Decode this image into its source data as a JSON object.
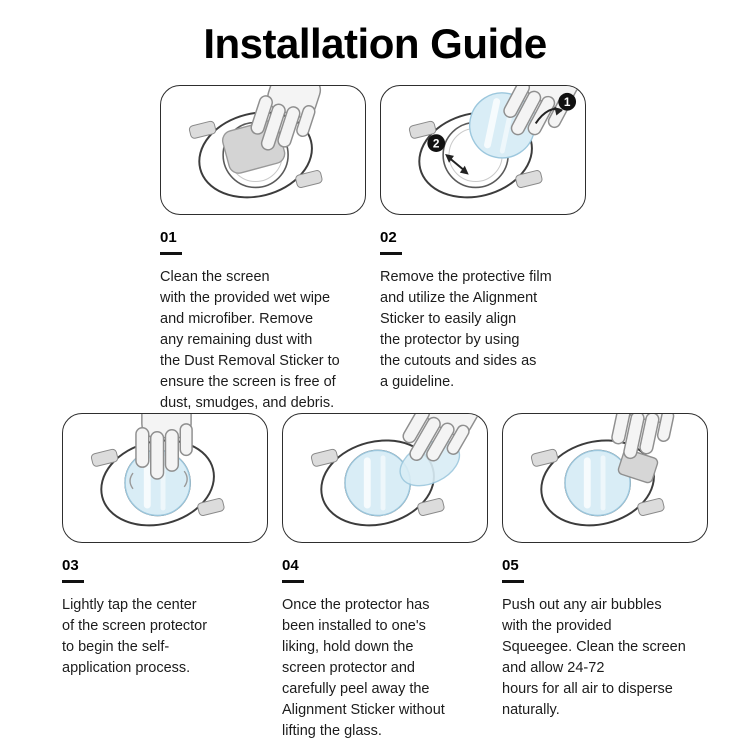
{
  "page": {
    "title": "Installation Guide"
  },
  "colors": {
    "film_blue": "#d9edf6",
    "outline": "#2e2e2e",
    "badge": "#111111"
  },
  "steps": [
    {
      "number": "01",
      "description": "Clean the screen\nwith the provided wet wipe\nand microfiber. Remove\nany remaining dust with\nthe Dust Removal Sticker to\nensure the screen is free of\ndust, smudges, and debris."
    },
    {
      "number": "02",
      "badges": [
        "1",
        "2"
      ],
      "description": "Remove the protective film\nand utilize the Alignment\nSticker to easily align\nthe protector by using\nthe cutouts and sides as\na guideline."
    },
    {
      "number": "03",
      "description": "Lightly tap the center\nof the screen protector\nto begin the self-\napplication process."
    },
    {
      "number": "04",
      "description": "Once the protector has\nbeen installed to one's\nliking, hold down the\nscreen protector and\ncarefully peel away the\nAlignment Sticker without\nlifting the glass."
    },
    {
      "number": "05",
      "description": "Push out any air bubbles\nwith the provided\nSqueegee. Clean the screen\nand allow 24-72\nhours for all air to disperse\nnaturally."
    }
  ]
}
